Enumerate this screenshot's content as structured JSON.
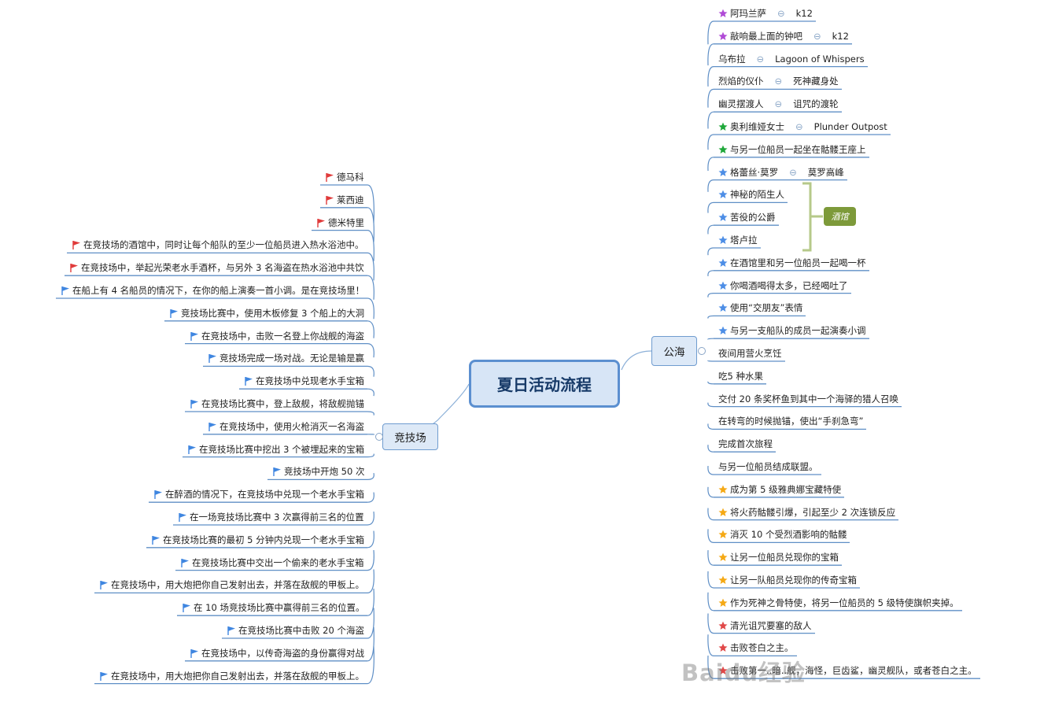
{
  "root": {
    "label": "夏日活动流程"
  },
  "left_branch": {
    "label": "竞技场",
    "items": [
      {
        "text": "德马科",
        "icon": "red-flag"
      },
      {
        "text": "莱西迪",
        "icon": "red-flag"
      },
      {
        "text": "德米特里",
        "icon": "red-flag"
      },
      {
        "text": "在竞技场的酒馆中，同时让每个船队的至少一位船员进入热水浴池中。",
        "icon": "red-flag"
      },
      {
        "text": "在竞技场中，举起光荣老水手酒杯，与另外 3 名海盗在热水浴池中共饮",
        "icon": "red-flag"
      },
      {
        "text": "在船上有 4 名船员的情况下，在你的船上演奏一首小调。是在竞技场里！",
        "icon": "blue-flag"
      },
      {
        "text": "竞技场比赛中，使用木板修复 3 个船上的大洞",
        "icon": "blue-flag"
      },
      {
        "text": "在竞技场中，击败一名登上你战舰的海盗",
        "icon": "blue-flag"
      },
      {
        "text": "竞技场完成一场对战。无论是输是赢",
        "icon": "blue-flag"
      },
      {
        "text": "在竞技场中兑现老水手宝箱",
        "icon": "blue-flag"
      },
      {
        "text": "在竞技场比赛中，登上敌舰，将敌舰抛锚",
        "icon": "blue-flag"
      },
      {
        "text": "在竞技场中，使用火枪消灭一名海盗",
        "icon": "blue-flag"
      },
      {
        "text": "在竞技场比赛中挖出 3 个被埋起来的宝箱",
        "icon": "blue-flag"
      },
      {
        "text": "竞技场中开炮 50 次",
        "icon": "blue-flag"
      },
      {
        "text": "在醉酒的情况下，在竞技场中兑现一个老水手宝箱",
        "icon": "blue-flag"
      },
      {
        "text": "在一场竞技场比赛中 3 次赢得前三名的位置",
        "icon": "blue-flag"
      },
      {
        "text": "在竞技场比赛的最初 5 分钟内兑现一个老水手宝箱",
        "icon": "blue-flag"
      },
      {
        "text": "在竞技场比赛中交出一个偷来的老水手宝箱",
        "icon": "blue-flag"
      },
      {
        "text": "在竞技场中，用大炮把你自己发射出去，并落在敌舰的甲板上。",
        "icon": "blue-flag"
      },
      {
        "text": "在 10 场竞技场比赛中赢得前三名的位置。",
        "icon": "blue-flag"
      },
      {
        "text": "在竞技场比赛中击败 20 个海盗",
        "icon": "blue-flag"
      },
      {
        "text": "在竞技场中，以传奇海盗的身份赢得对战",
        "icon": "blue-flag"
      },
      {
        "text": "在竞技场中，用大炮把你自己发射出去，并落在敌舰的甲板上。",
        "icon": "blue-flag"
      }
    ]
  },
  "right_branch": {
    "label": "公海",
    "items": [
      {
        "text": "阿玛兰萨",
        "icon": "purple-star",
        "sub": "k12"
      },
      {
        "text": "敲响最上面的钟吧",
        "icon": "purple-star",
        "sub": "k12"
      },
      {
        "text": "乌布拉",
        "icon": "",
        "sub": "Lagoon of Whispers"
      },
      {
        "text": "烈焰的仪仆",
        "icon": "",
        "sub": "死神藏身处"
      },
      {
        "text": "幽灵摆渡人",
        "icon": "",
        "sub": "诅咒的渡轮"
      },
      {
        "text": "奥利维娅女士",
        "icon": "green-star",
        "sub": "Plunder Outpost"
      },
      {
        "text": "与另一位船员一起坐在骷髅王座上",
        "icon": "green-star",
        "sub": ""
      },
      {
        "text": "格蕾丝·莫罗",
        "icon": "blue-star",
        "sub": "莫罗高峰"
      },
      {
        "text": "神秘的陌生人",
        "icon": "blue-star",
        "sub": ""
      },
      {
        "text": "苦役的公爵",
        "icon": "blue-star",
        "sub": ""
      },
      {
        "text": "塔卢拉",
        "icon": "blue-star",
        "sub": ""
      },
      {
        "text": "在酒馆里和另一位船员一起喝一杯",
        "icon": "blue-star",
        "sub": ""
      },
      {
        "text": "你喝酒喝得太多，已经喝吐了",
        "icon": "blue-star",
        "sub": ""
      },
      {
        "text": "使用“交朋友”表情",
        "icon": "blue-star",
        "sub": ""
      },
      {
        "text": "与另一支船队的成员一起演奏小调",
        "icon": "blue-star",
        "sub": ""
      },
      {
        "text": "夜间用营火烹饪",
        "icon": "",
        "sub": ""
      },
      {
        "text": "吃5 种水果",
        "icon": "",
        "sub": ""
      },
      {
        "text": "交付 20 条奖杯鱼到其中一个海驿的猎人召唤",
        "icon": "",
        "sub": ""
      },
      {
        "text": "在转弯的时候抛锚，使出“手刹急弯”",
        "icon": "",
        "sub": ""
      },
      {
        "text": "完成首次旅程",
        "icon": "",
        "sub": ""
      },
      {
        "text": "与另一位船员结成联盟。",
        "icon": "",
        "sub": ""
      },
      {
        "text": "成为第 5 级雅典娜宝藏特使",
        "icon": "yellow-star",
        "sub": ""
      },
      {
        "text": "将火药骷髅引爆，引起至少 2 次连锁反应",
        "icon": "yellow-star",
        "sub": ""
      },
      {
        "text": "消灭 10 个受烈酒影响的骷髅",
        "icon": "yellow-star",
        "sub": ""
      },
      {
        "text": "让另一位船员兑现你的宝箱",
        "icon": "yellow-star",
        "sub": ""
      },
      {
        "text": "让另一队船员兑现你的传奇宝箱",
        "icon": "yellow-star",
        "sub": ""
      },
      {
        "text": "作为死神之骨特使，将另一位船员的 5 级特使旗帜夹掉。",
        "icon": "yellow-star",
        "sub": ""
      },
      {
        "text": "清光诅咒要塞的敌人",
        "icon": "red-star",
        "sub": ""
      },
      {
        "text": "击败苍白之主。",
        "icon": "red-star",
        "sub": ""
      },
      {
        "text": "击败第一..暗..舰，海怪，巨齿鲨，幽灵舰队，或者苍白之主。",
        "icon": "red-star",
        "sub": ""
      }
    ],
    "bracket_tag": "酒馆"
  },
  "watermark": "Baidu经验",
  "colors": {
    "root_border": "#5b8fd0",
    "line": "#5f8fc6",
    "red_flag": "#e03b3b",
    "blue_flag": "#3f86e0",
    "purple_star": "#b04bd6",
    "green_star": "#1fa83a",
    "blue_star": "#4d8ee6",
    "yellow_star": "#f5a915",
    "red_star": "#e04848",
    "tag_bg": "#7d9a3a"
  }
}
